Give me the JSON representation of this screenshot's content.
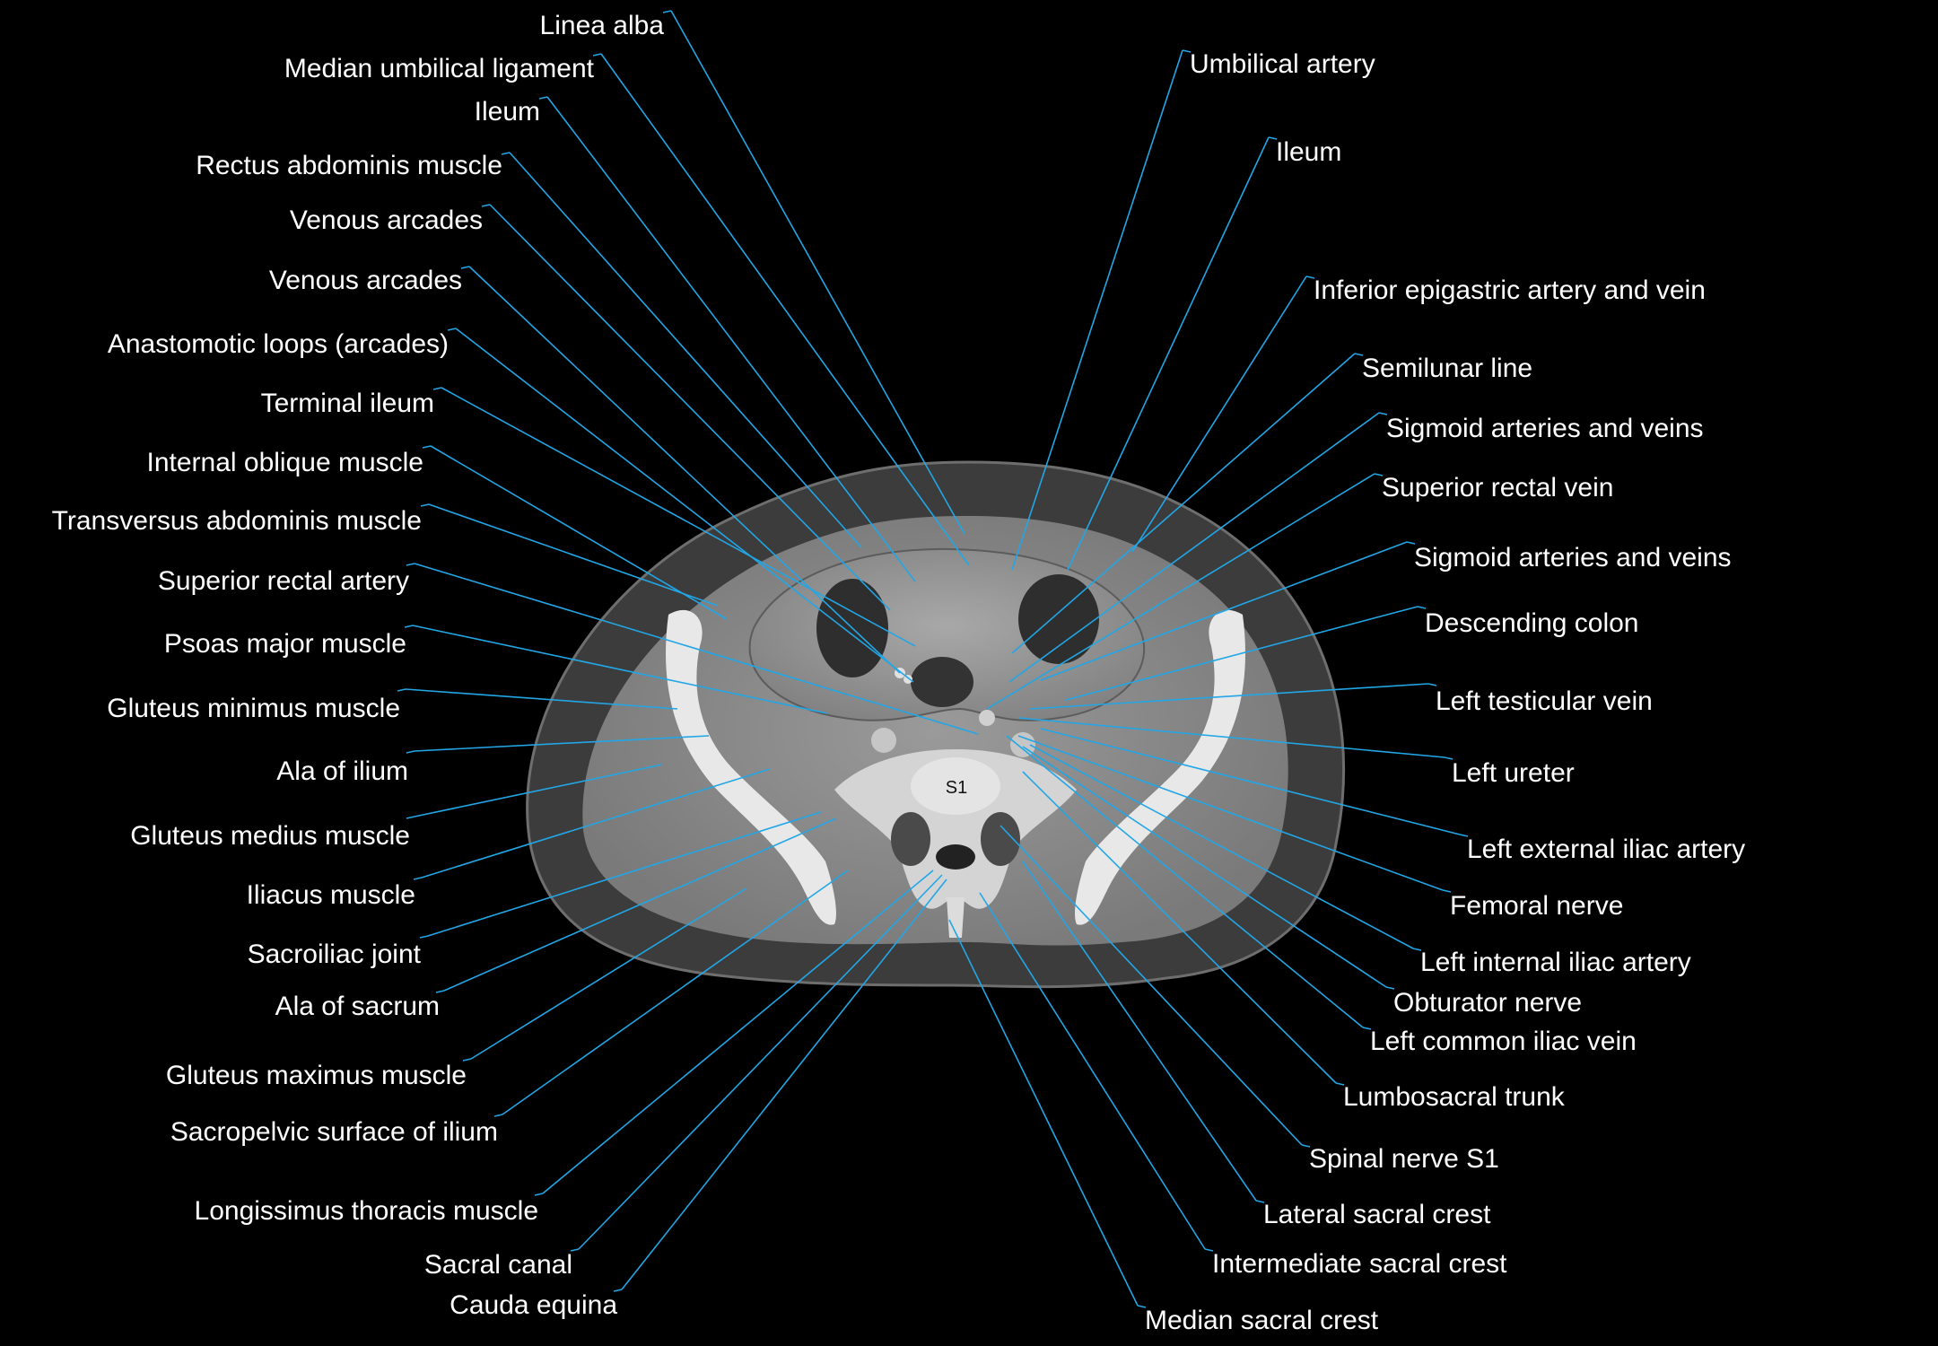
{
  "colors": {
    "background": "#000000",
    "leader": "#22a6e6",
    "label": "#ffffff"
  },
  "vertebra_label": "S1",
  "labels_left": [
    "Linea alba",
    "Median umbilical ligament",
    "Ileum",
    "Rectus abdominis muscle",
    "Venous arcades",
    "Venous arcades",
    "Anastomotic loops (arcades)",
    "Terminal ileum",
    "Internal oblique muscle",
    "Transversus abdominis muscle",
    "Superior rectal artery",
    "Psoas major muscle",
    "Gluteus minimus muscle",
    "Ala of ilium",
    "Gluteus medius muscle",
    "Iliacus muscle",
    "Sacroiliac joint",
    "Ala of sacrum",
    "Gluteus maximus muscle",
    "Sacropelvic surface of ilium",
    "Longissimus thoracis muscle",
    "Sacral canal",
    "Cauda equina"
  ],
  "labels_right": [
    "Umbilical artery",
    "Ileum",
    "Inferior epigastric artery and vein",
    "Semilunar line",
    "Sigmoid  arteries and veins",
    "Superior rectal vein",
    "Sigmoid  arteries and veins",
    "Descending colon",
    "Left testicular vein",
    "Left ureter",
    "Left external iliac artery",
    "Femoral nerve",
    "Left internal iliac artery",
    "Obturator nerve",
    "Left common iliac vein",
    "Lumbosacral trunk",
    "Spinal nerve S1",
    "Lateral sacral crest",
    "Intermediate sacral crest",
    "Median sacral crest"
  ]
}
